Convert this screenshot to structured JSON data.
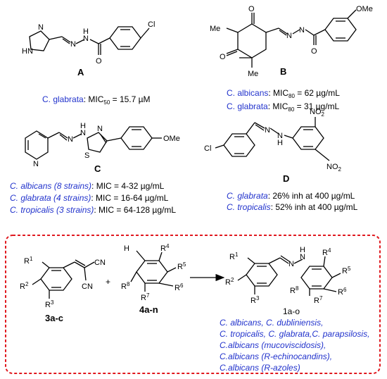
{
  "compounds": {
    "A": {
      "label": "A",
      "activity": [
        {
          "species": "C. glabrata",
          "rest_prefix": ": MIC",
          "sub": "50",
          "rest": " = 15.7 µM"
        }
      ],
      "atoms": {
        "cl": "Cl",
        "hn": "HN",
        "nh": "N",
        "n1": "N",
        "n2": "H",
        "n_ring": "N",
        "o": "O",
        "h": "H"
      }
    },
    "B": {
      "label": "B",
      "activity": [
        {
          "species": "C. albicans",
          "rest_prefix": ": MIC",
          "sub": "80",
          "rest": " = 62 µg/mL"
        },
        {
          "species": "C. glabrata",
          "rest_prefix": ": MIC",
          "sub": "80",
          "rest": " = 31 µg/mL"
        }
      ],
      "atoms": {
        "ome": "OMe",
        "me1": "Me",
        "me2": "Me",
        "o": "O",
        "n": "N"
      }
    },
    "C": {
      "label": "C",
      "activity": [
        {
          "species": "C. albicans (8 strains)",
          "rest": ": MIC = 4-32 µg/mL"
        },
        {
          "species": "C. glabrata (4 strains)",
          "rest": ": MIC = 16-64 µg/mL"
        },
        {
          "species": "C. tropicalis (3 strains)",
          "rest": ": MIC = 64-128 µg/mL"
        }
      ],
      "atoms": {
        "ome": "OMe",
        "s": "S",
        "n": "N",
        "h": "H"
      }
    },
    "D": {
      "label": "D",
      "activity": [
        {
          "species": "C. glabrata",
          "rest": ": 26% inh at 400 µg/mL"
        },
        {
          "species": "C. tropicalis",
          "rest": ": 52% inh at 400 µg/mL"
        }
      ],
      "atoms": {
        "cl": "Cl",
        "no2": "NO",
        "no2_sub": "2",
        "n": "N",
        "h": "H"
      }
    }
  },
  "scheme": {
    "reactant1_label": "3a-c",
    "reactant2_label": "4a-n",
    "product_label": "1a-o",
    "plus": "+",
    "cn": "CN",
    "h2n": "H",
    "r1": "R",
    "r1s": "1",
    "r2": "R",
    "r2s": "2",
    "r3": "R",
    "r3s": "3",
    "r4": "R",
    "r4s": "4",
    "r5": "R",
    "r5s": "5",
    "r6": "R",
    "r6s": "6",
    "r7": "R",
    "r7s": "7",
    "r8": "R",
    "r8s": "8",
    "species_lines": [
      "C. albicans, C. dubliniensis,",
      "C. tropicalis, C. glabrata,C. parapsilosis,",
      "C.albicans (mucoviscidosis),",
      "C.albicans (R-echinocandins),",
      "C.albicans (R-azoles)"
    ]
  },
  "colors": {
    "species_text": "#2233cc",
    "dashed_border": "#e0191f"
  }
}
